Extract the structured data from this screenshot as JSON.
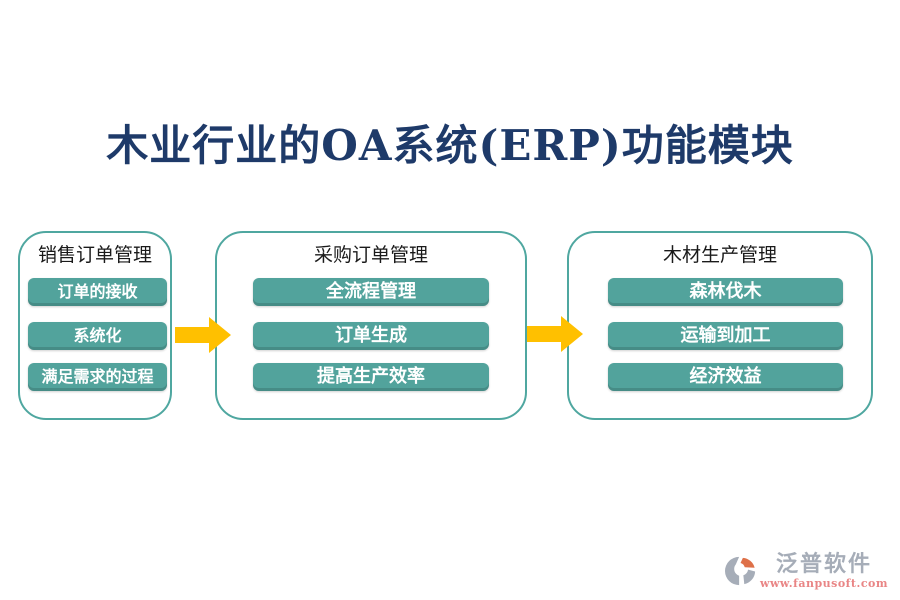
{
  "title": {
    "text": "木业行业的OA系统(ERP)功能模块"
  },
  "columns": [
    {
      "title": "销售订单管理",
      "items": [
        "订单的接收",
        "系统化",
        "满足需求的过程"
      ]
    },
    {
      "title": "采购订单管理",
      "items": [
        "全流程管理",
        "订单生成",
        "提高生产效率"
      ]
    },
    {
      "title": "木材生产管理",
      "items": [
        "森林伐木",
        "运输到加工",
        "经济效益"
      ]
    }
  ],
  "watermark": {
    "brand": "泛普软件",
    "url": "www.fanpusoft.com"
  },
  "icons": {
    "flow_arrow": "right-arrow",
    "logo": "fanpu-logo"
  },
  "colors": {
    "title_navy": "#1E3A69",
    "pill_teal": "#52A39C",
    "box_border_teal": "#4FA7A0",
    "arrow_gold": "#FFC000",
    "brand_gray": "#A6ADB8",
    "url_pink": "#E98585"
  }
}
